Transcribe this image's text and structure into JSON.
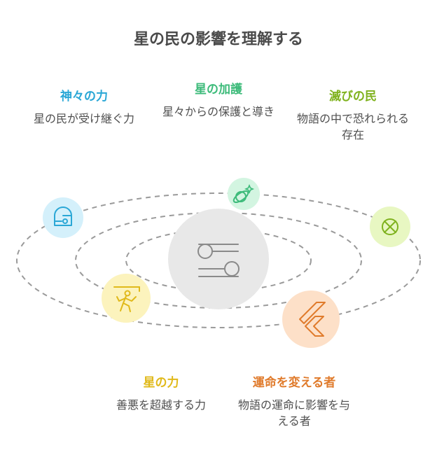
{
  "title": "星の民の影響を理解する",
  "colors": {
    "blue": "#2aa7d6",
    "green": "#3dbb7a",
    "lime": "#7fb21e",
    "yellow": "#e0b91a",
    "orange": "#e07b2c",
    "center": "#e8e8e8",
    "orbit": "#9a9a9a"
  },
  "nodes": {
    "divine_power": {
      "heading": "神々の力",
      "desc": "星の民が受け継ぐ力",
      "icon": "helmet-icon"
    },
    "star_protection": {
      "heading": "星の加護",
      "desc": "星々からの保護と導き",
      "icon": "planet-sparkle-icon"
    },
    "fallen_people": {
      "heading": "滅びの民",
      "desc": "物語の中で恐れられる存在",
      "icon": "x-circle-icon"
    },
    "star_power": {
      "heading": "星の力",
      "desc": "善悪を超越する力",
      "icon": "hiker-icon"
    },
    "fate_changer": {
      "heading": "運命を変える者",
      "desc": "物語の運命に影響を与える者",
      "icon": "flutter-shape-icon"
    }
  },
  "center_icon": "toggle-switches-icon"
}
